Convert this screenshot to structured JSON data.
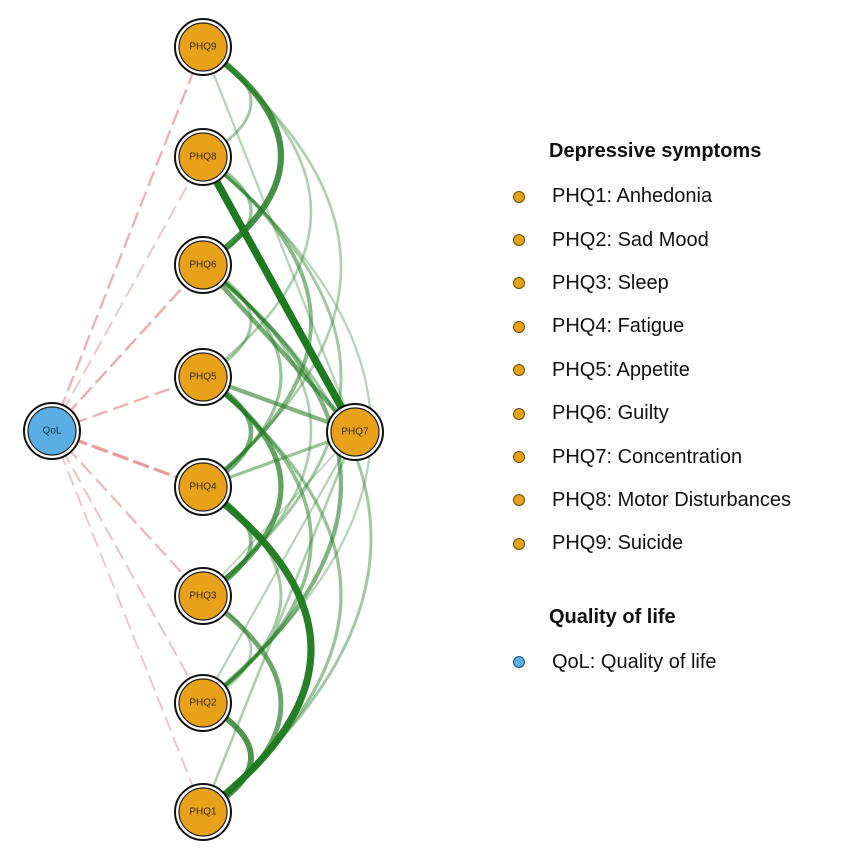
{
  "colors": {
    "symptom_node": "#e8a21a",
    "qol_node": "#5aaee3",
    "positive_edge": "#1e7a1e",
    "negative_edge": "#e88080"
  },
  "nodes": {
    "PHQ1": {
      "label": "PHQ1",
      "group": "depressive"
    },
    "PHQ2": {
      "label": "PHQ2",
      "group": "depressive"
    },
    "PHQ3": {
      "label": "PHQ3",
      "group": "depressive"
    },
    "PHQ4": {
      "label": "PHQ4",
      "group": "depressive"
    },
    "PHQ5": {
      "label": "PHQ5",
      "group": "depressive"
    },
    "PHQ6": {
      "label": "PHQ6",
      "group": "depressive"
    },
    "PHQ7": {
      "label": "PHQ7",
      "group": "depressive"
    },
    "PHQ8": {
      "label": "PHQ8",
      "group": "depressive"
    },
    "PHQ9": {
      "label": "PHQ9",
      "group": "depressive"
    },
    "QoL": {
      "label": "QoL",
      "group": "quality"
    }
  },
  "edges": [
    {
      "from": "PHQ1",
      "to": "PHQ4",
      "sign": "positive",
      "strength": 0.95
    },
    {
      "from": "PHQ1",
      "to": "PHQ2",
      "sign": "positive",
      "strength": 0.75
    },
    {
      "from": "PHQ1",
      "to": "PHQ3",
      "sign": "positive",
      "strength": 0.6
    },
    {
      "from": "PHQ1",
      "to": "PHQ5",
      "sign": "positive",
      "strength": 0.35
    },
    {
      "from": "PHQ1",
      "to": "PHQ6",
      "sign": "positive",
      "strength": 0.3
    },
    {
      "from": "PHQ1",
      "to": "PHQ7",
      "sign": "positive",
      "strength": 0.25
    },
    {
      "from": "PHQ2",
      "to": "PHQ6",
      "sign": "positive",
      "strength": 0.5
    },
    {
      "from": "PHQ2",
      "to": "PHQ5",
      "sign": "positive",
      "strength": 0.4
    },
    {
      "from": "PHQ2",
      "to": "PHQ3",
      "sign": "positive",
      "strength": 0.25
    },
    {
      "from": "PHQ2",
      "to": "PHQ4",
      "sign": "positive",
      "strength": 0.3
    },
    {
      "from": "PHQ2",
      "to": "PHQ7",
      "sign": "positive",
      "strength": 0.2
    },
    {
      "from": "PHQ2",
      "to": "PHQ8",
      "sign": "positive",
      "strength": 0.2
    },
    {
      "from": "PHQ3",
      "to": "PHQ5",
      "sign": "positive",
      "strength": 0.65
    },
    {
      "from": "PHQ3",
      "to": "PHQ4",
      "sign": "positive",
      "strength": 0.45
    },
    {
      "from": "PHQ3",
      "to": "PHQ8",
      "sign": "positive",
      "strength": 0.3
    },
    {
      "from": "PHQ3",
      "to": "PHQ6",
      "sign": "positive",
      "strength": 0.25
    },
    {
      "from": "PHQ3",
      "to": "PHQ7",
      "sign": "positive",
      "strength": 0.15
    },
    {
      "from": "PHQ4",
      "to": "PHQ5",
      "sign": "positive",
      "strength": 0.55
    },
    {
      "from": "PHQ4",
      "to": "PHQ8",
      "sign": "positive",
      "strength": 0.45
    },
    {
      "from": "PHQ4",
      "to": "PHQ9",
      "sign": "positive",
      "strength": 0.25
    },
    {
      "from": "PHQ4",
      "to": "PHQ6",
      "sign": "positive",
      "strength": 0.35
    },
    {
      "from": "PHQ4",
      "to": "PHQ7",
      "sign": "positive",
      "strength": 0.35
    },
    {
      "from": "PHQ5",
      "to": "PHQ7",
      "sign": "positive",
      "strength": 0.5
    },
    {
      "from": "PHQ5",
      "to": "PHQ9",
      "sign": "positive",
      "strength": 0.25
    },
    {
      "from": "PHQ5",
      "to": "PHQ6",
      "sign": "positive",
      "strength": 0.3
    },
    {
      "from": "PHQ6",
      "to": "PHQ9",
      "sign": "positive",
      "strength": 0.8
    },
    {
      "from": "PHQ6",
      "to": "PHQ7",
      "sign": "positive",
      "strength": 0.55
    },
    {
      "from": "PHQ6",
      "to": "PHQ8",
      "sign": "positive",
      "strength": 0.35
    },
    {
      "from": "PHQ8",
      "to": "PHQ7",
      "sign": "positive",
      "strength": 1.0
    },
    {
      "from": "PHQ8",
      "to": "PHQ9",
      "sign": "positive",
      "strength": 0.3
    },
    {
      "from": "PHQ7",
      "to": "PHQ9",
      "sign": "positive",
      "strength": 0.2
    },
    {
      "from": "QoL",
      "to": "PHQ9",
      "sign": "negative",
      "strength": 0.45
    },
    {
      "from": "QoL",
      "to": "PHQ8",
      "sign": "negative",
      "strength": 0.25
    },
    {
      "from": "QoL",
      "to": "PHQ6",
      "sign": "negative",
      "strength": 0.5
    },
    {
      "from": "QoL",
      "to": "PHQ5",
      "sign": "negative",
      "strength": 0.45
    },
    {
      "from": "QoL",
      "to": "PHQ4",
      "sign": "negative",
      "strength": 0.75
    },
    {
      "from": "QoL",
      "to": "PHQ3",
      "sign": "negative",
      "strength": 0.4
    },
    {
      "from": "QoL",
      "to": "PHQ2",
      "sign": "negative",
      "strength": 0.3
    },
    {
      "from": "QoL",
      "to": "PHQ1",
      "sign": "negative",
      "strength": 0.25
    }
  ],
  "legend": {
    "depressive_title": "Depressive symptoms",
    "depressive_items": [
      "PHQ1: Anhedonia",
      "PHQ2: Sad Mood",
      "PHQ3: Sleep",
      "PHQ4: Fatigue",
      "PHQ5: Appetite",
      "PHQ6: Guilty",
      "PHQ7: Concentration",
      "PHQ8: Motor Disturbances",
      "PHQ9: Suicide"
    ],
    "quality_title": "Quality of life",
    "quality_items": [
      "QoL: Quality of life"
    ]
  }
}
